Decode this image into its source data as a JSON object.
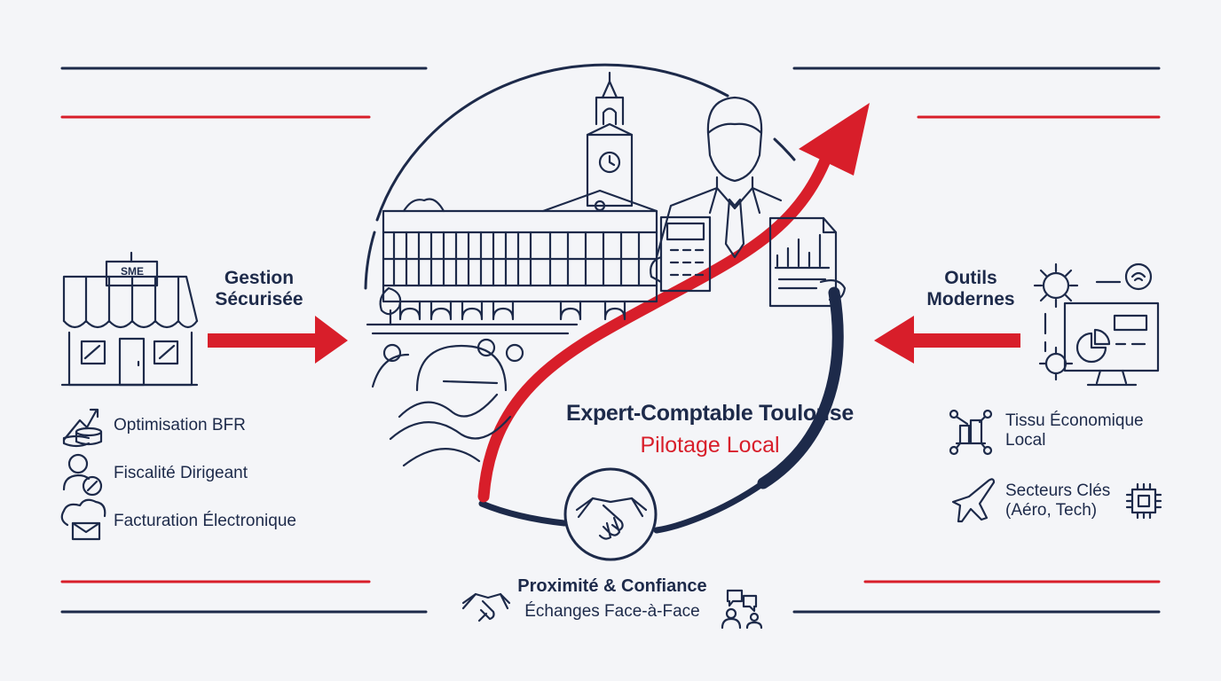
{
  "colors": {
    "navy": "#1d2a4a",
    "red": "#d81e2a",
    "background": "#f4f5f8"
  },
  "center": {
    "title": "Expert-Comptable Toulouse",
    "subtitle": "Pilotage Local"
  },
  "left": {
    "heading_line1": "Gestion",
    "heading_line2": "Sécurisée",
    "storefront_sign": "SME",
    "items": [
      {
        "label": "Optimisation BFR",
        "icon": "growth-coins-icon"
      },
      {
        "label": "Fiscalité Dirigeant",
        "icon": "user-percent-icon"
      },
      {
        "label": "Facturation Électronique",
        "icon": "cloud-mail-icon"
      }
    ]
  },
  "right": {
    "heading_line1": "Outils",
    "heading_line2": "Modernes",
    "items": [
      {
        "line1": "Tissu Économique",
        "line2": "Local",
        "icon": "network-buildings-icon"
      },
      {
        "line1": "Secteurs Clés",
        "line2": "(Aéro, Tech)",
        "icon": "airplane-icon",
        "icon2": "chip-icon"
      }
    ]
  },
  "bottom": {
    "heading": "Proximité & Confiance",
    "subheading": "Échanges Face-à-Face",
    "icons": [
      "handshake-icon",
      "chat-people-icon"
    ]
  }
}
